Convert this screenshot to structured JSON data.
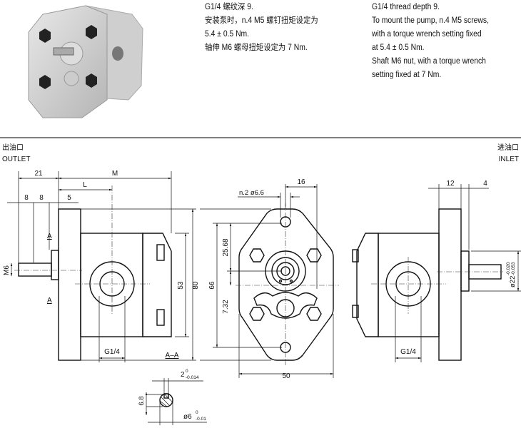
{
  "notes_cn": [
    "G1/4 螺纹深 9.",
    "安装泵时，n.4 M5 螺钉扭矩设定为",
    " 5.4 ± 0.5 Nm.",
    "轴伸 M6 螺母扭矩设定为 7 Nm."
  ],
  "notes_en": [
    "G1/4 thread depth 9.",
    "To mount the pump, n.4 M5 screws,",
    " with a torque wrench setting fixed",
    " at 5.4 ± 0.5 Nm.",
    "Shaft M6 nut, with a torque wrench",
    "setting fixed at 7 Nm."
  ],
  "outlet": {
    "cn": "出油口",
    "en": "OUTLET"
  },
  "inlet": {
    "cn": "进油口",
    "en": "INLET"
  },
  "left_view": {
    "dim_21": "21",
    "dim_M": "M",
    "dim_L": "L",
    "dim_8a": "8",
    "dim_8b": "8",
    "dim_5": "5",
    "dim_53": "53",
    "dim_80": "80",
    "dim_M6": "M6",
    "port": "G1/4",
    "section_a": "A",
    "section_label": "A–A"
  },
  "front_view": {
    "holes": "n.2  ø6.6",
    "dim_16": "16",
    "dim_66": "66",
    "dim_25_68": "25.68",
    "dim_7_32": "7.32",
    "dim_50": "50"
  },
  "right_view": {
    "dim_12": "12",
    "dim_4": "4",
    "shaft_dia": "ø22",
    "shaft_tol_up": "-0.020",
    "shaft_tol_low": "-0.053",
    "port": "G1/4"
  },
  "section_detail": {
    "key_width": "2",
    "key_tol_up": "0",
    "key_tol_low": "-0.014",
    "depth": "6.8",
    "dia": "ø6",
    "dia_tol_up": "0",
    "dia_tol_low": "-0.01"
  }
}
